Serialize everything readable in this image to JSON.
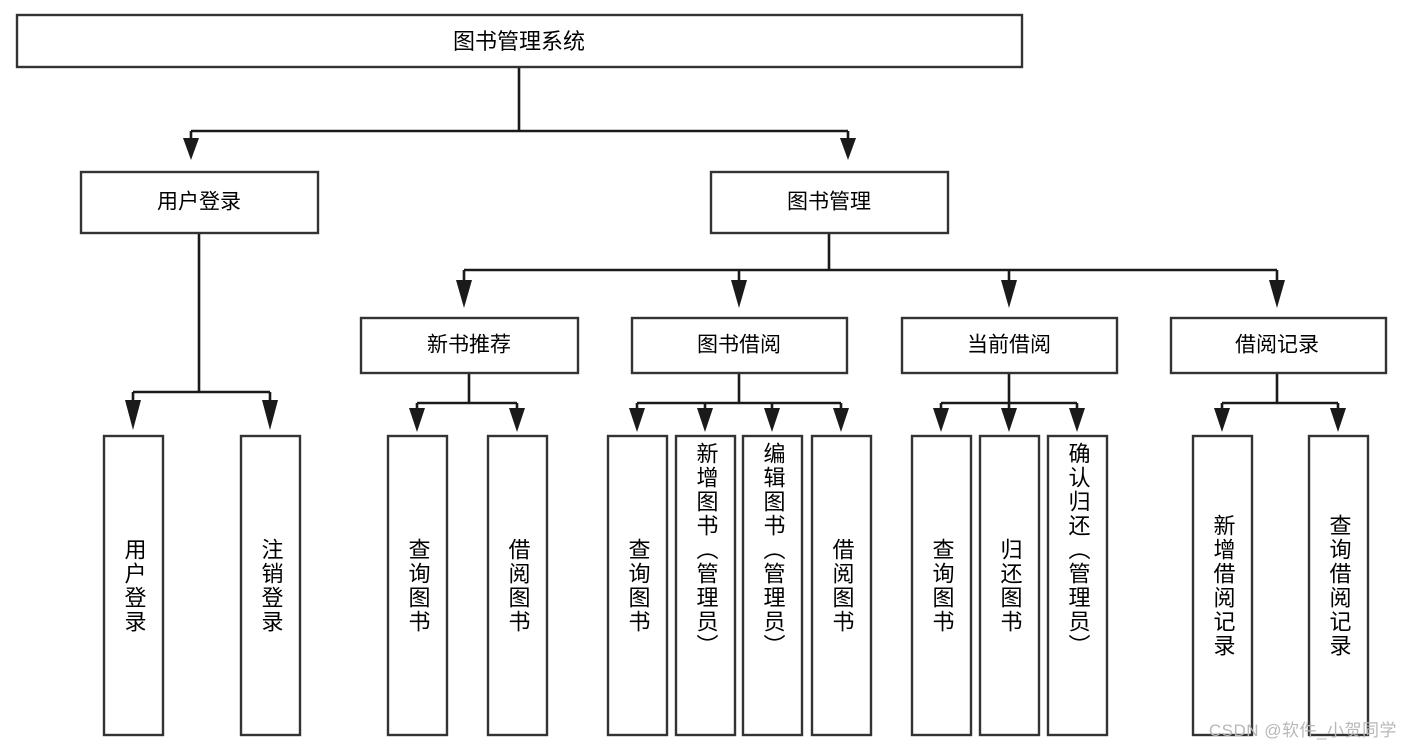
{
  "diagram": {
    "type": "tree-hierarchy",
    "title": "图书管理系统",
    "orientation": "top-down",
    "colors": {
      "background": "#ffffff",
      "box_fill": "#ffffff",
      "box_border": "#333333",
      "connector": "#1a1a1a",
      "label_text": "#000000",
      "watermark": "#b8b8b8"
    },
    "root": {
      "label": "图书管理系统"
    },
    "level2": [
      {
        "label": "用户登录"
      },
      {
        "label": "图书管理"
      }
    ],
    "level3": [
      {
        "label": "新书推荐"
      },
      {
        "label": "图书借阅"
      },
      {
        "label": "当前借阅"
      },
      {
        "label": "借阅记录"
      }
    ],
    "leaves": [
      {
        "label": "用户登录",
        "parent": "用户登录"
      },
      {
        "label": "注销登录",
        "parent": "用户登录"
      },
      {
        "label": "查询图书",
        "parent": "新书推荐"
      },
      {
        "label": "借阅图书",
        "parent": "新书推荐"
      },
      {
        "label": "查询图书",
        "parent": "图书借阅"
      },
      {
        "label": "新增图书（管理员）",
        "parent": "图书借阅"
      },
      {
        "label": "编辑图书（管理员）",
        "parent": "图书借阅"
      },
      {
        "label": "借阅图书",
        "parent": "图书借阅"
      },
      {
        "label": "查询图书",
        "parent": "当前借阅"
      },
      {
        "label": "归还图书",
        "parent": "当前借阅"
      },
      {
        "label": "确认归还（管理员）",
        "parent": "当前借阅"
      },
      {
        "label": "新增借阅记录",
        "parent": "借阅记录"
      },
      {
        "label": "查询借阅记录",
        "parent": "借阅记录"
      }
    ],
    "watermark": "CSDN @软件_小贺同学"
  }
}
